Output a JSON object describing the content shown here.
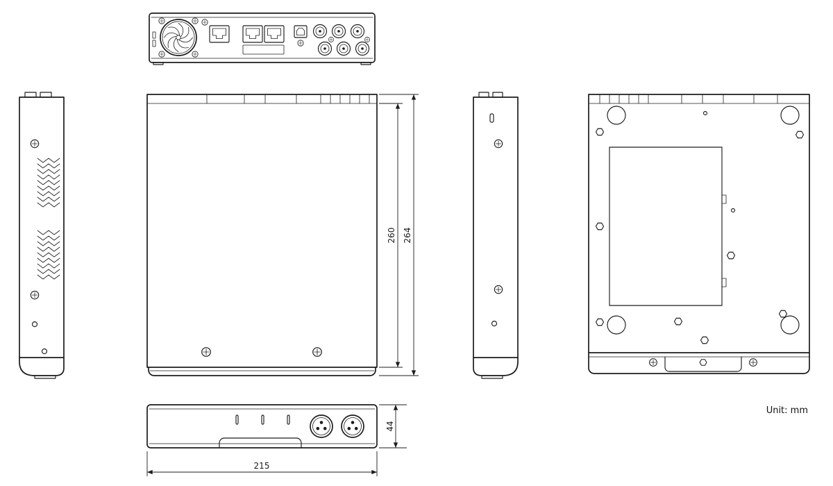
{
  "unit_note": "Unit: mm",
  "dimensions": {
    "depth_inner": "260",
    "depth_outer": "264",
    "width": "215",
    "height": "44"
  },
  "colors": {
    "line": "#1c1c1c",
    "background": "#ffffff"
  }
}
